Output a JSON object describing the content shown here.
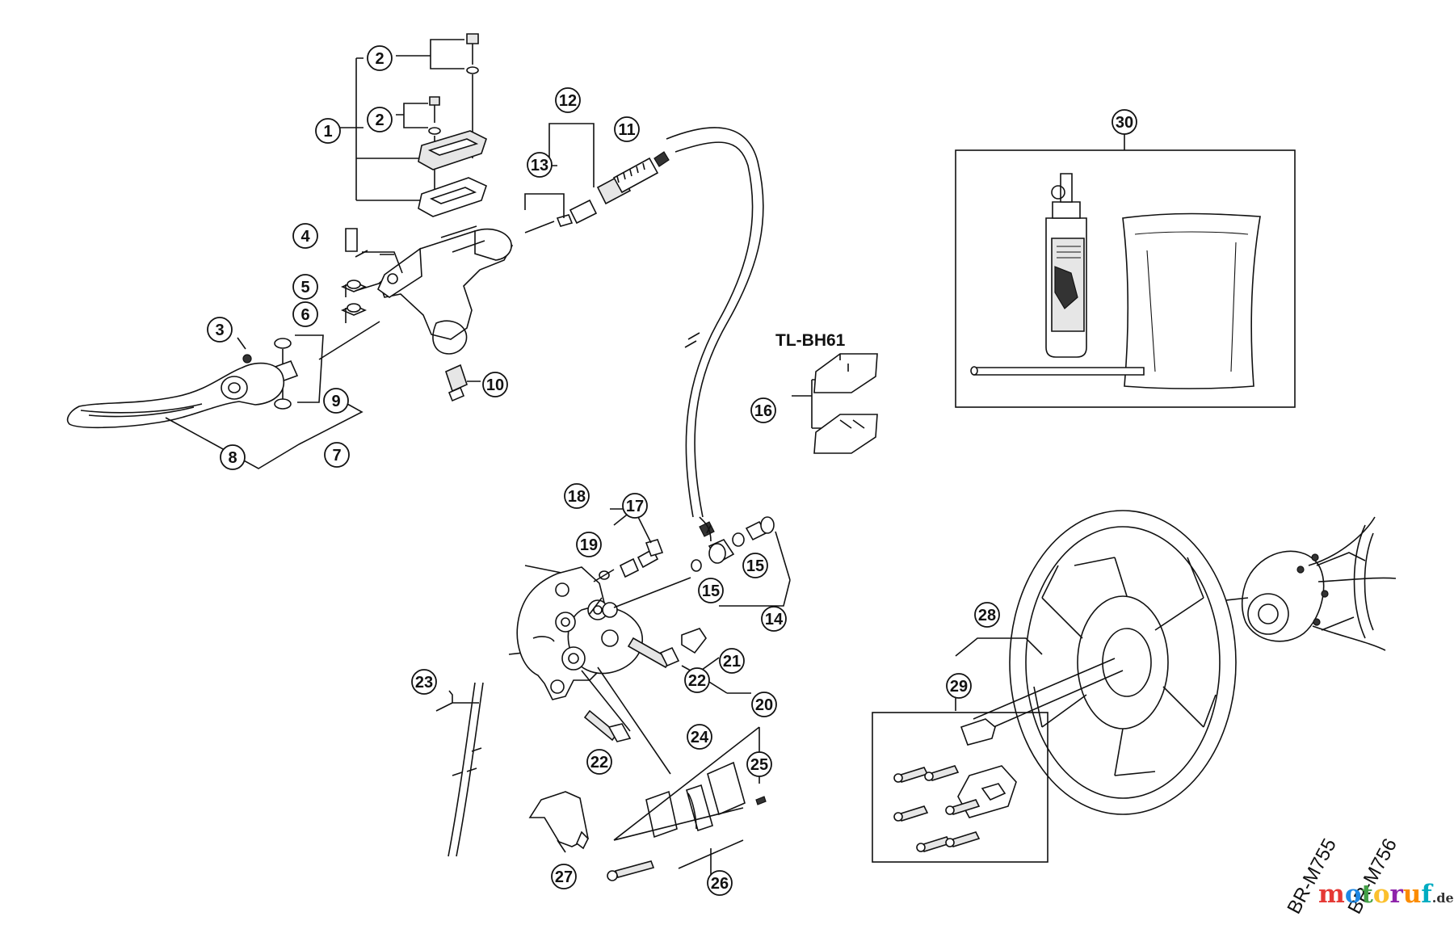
{
  "diagram": {
    "tool_label": "TL-BH61",
    "model_labels": [
      "BR-M755",
      "BR-M756"
    ],
    "watermark": {
      "name": "motoruf",
      "suffix": ".de",
      "colors": [
        "#e53935",
        "#1e88e5",
        "#43a047",
        "#fbc02d",
        "#8e24aa",
        "#fb8c00",
        "#00acc1"
      ]
    },
    "parts": [
      "1",
      "2",
      "2",
      "3",
      "4",
      "5",
      "6",
      "7",
      "8",
      "9",
      "10",
      "11",
      "12",
      "13",
      "14",
      "15",
      "15",
      "16",
      "17",
      "18",
      "19",
      "20",
      "21",
      "22",
      "22",
      "23",
      "24",
      "25",
      "26",
      "27",
      "28",
      "29",
      "30"
    ]
  }
}
